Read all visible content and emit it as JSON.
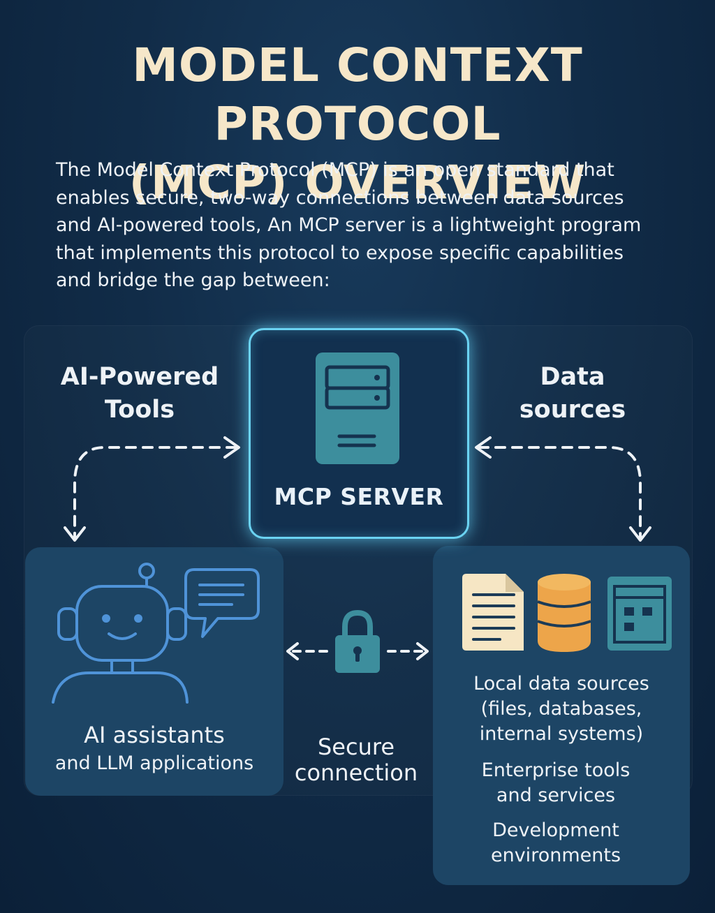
{
  "title": {
    "line1": "MODEL CONTEXT PROTOCOL",
    "line2": "(MCP) OVERVIEW"
  },
  "intro": {
    "lines": [
      "The Model Context Protocol (MCP) is an open standard that",
      "enables secure, two-way connections between data sources",
      "and AI-powered tools, An MCP server is a lightweight program",
      "that implements this protocol to expose specific capabilities",
      "and bridge the gap between:"
    ]
  },
  "server": {
    "label": "MCP SERVER",
    "icon": "server-icon"
  },
  "left_header": {
    "line1": "AI-Powered",
    "line2": "Tools"
  },
  "right_header": {
    "line1": "Data",
    "line2": "sources"
  },
  "left_card": {
    "title": "AI assistants",
    "subtitle": "and LLM applications",
    "icons": [
      "robot-icon",
      "chat-bubble-icon"
    ]
  },
  "secure": {
    "line1": "Secure",
    "line2": "connection",
    "icon": "lock-icon"
  },
  "right_card": {
    "items": [
      {
        "line1": "Local data sources",
        "line2": "(files, databases,",
        "line3": "internal systems)"
      },
      {
        "line1": "Enterprise tools",
        "line2": "and services"
      },
      {
        "line1": "Development",
        "line2": "environments"
      }
    ],
    "icons": [
      "document-icon",
      "database-icon",
      "window-icon"
    ]
  },
  "colors": {
    "background": "#112c48",
    "title": "#f6e7c9",
    "server_glow": "#6bd3f2",
    "teal": "#3d8e9d",
    "robot_blue": "#4f93d8",
    "db_orange": "#eda54a",
    "doc_cream": "#f6e6c4"
  }
}
